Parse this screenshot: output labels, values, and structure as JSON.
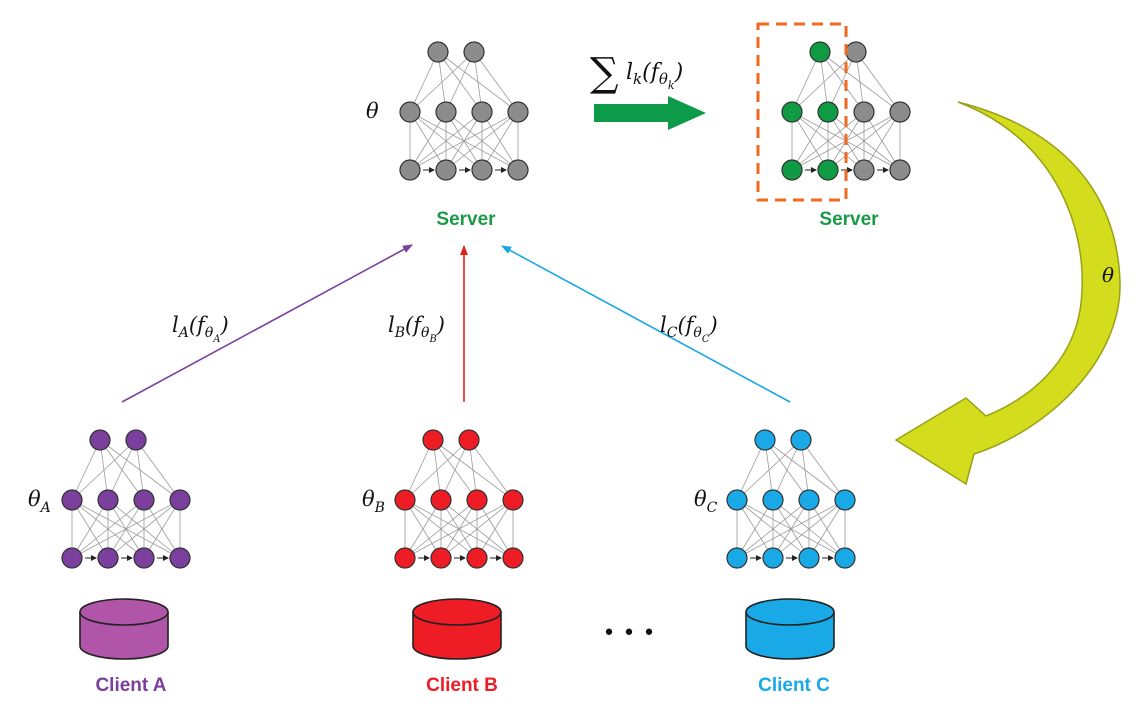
{
  "colors": {
    "server_node": "#8c8c8c",
    "server_label": "#1a9a46",
    "selected_node": "#0f9a44",
    "client_a": "#7b3f9e",
    "client_a_db": "#b155a8",
    "client_b": "#ee1c25",
    "client_c": "#19a9e6",
    "arrow_a": "#7b3f9e",
    "arrow_b": "#e2231a",
    "arrow_c": "#1aa7e8",
    "agg_arrow": "#0c9b49",
    "dashed_box": "#ef6a1f",
    "curve_arrow": "#d4dc1e"
  },
  "server": {
    "label": "Server",
    "param": "θ"
  },
  "aggregated_server": {
    "label": "Server"
  },
  "aggregation": {
    "sum_symbol": "∑",
    "loss_symbol": "l",
    "loss_index": "k",
    "model_symbol": "f",
    "param_symbol": "θ",
    "param_index": "k"
  },
  "broadcast": {
    "param": "θ"
  },
  "clients": [
    {
      "label": "Client A",
      "param_symbol": "θ",
      "param_index": "A",
      "loss_index": "A"
    },
    {
      "label": "Client B",
      "param_symbol": "θ",
      "param_index": "B",
      "loss_index": "B"
    },
    {
      "label": "Client C",
      "param_symbol": "θ",
      "param_index": "C",
      "loss_index": "C"
    }
  ],
  "ellipsis": "• • •"
}
